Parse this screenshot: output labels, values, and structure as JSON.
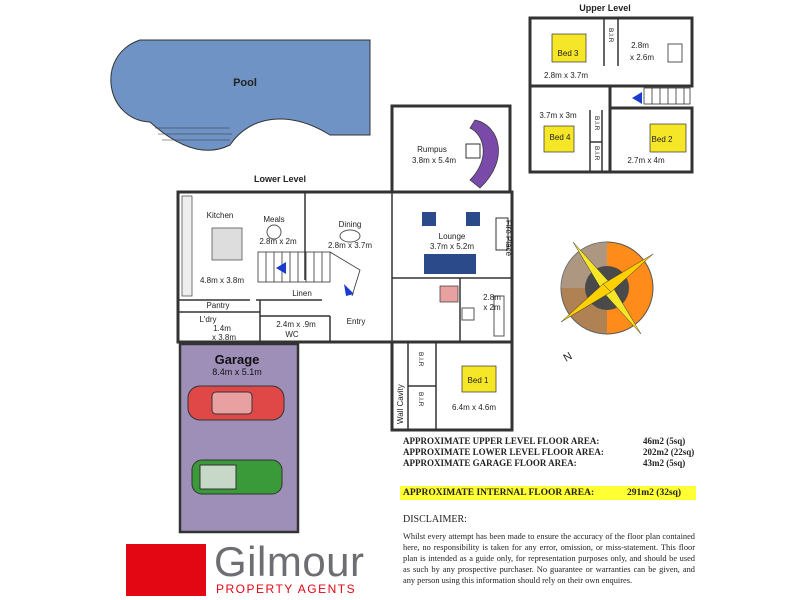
{
  "plan": {
    "pool": "Pool",
    "lower_level": "Lower Level",
    "upper_level": "Upper Level",
    "rooms": {
      "rumpus": {
        "name": "Rumpus",
        "size": "3.8m x 5.4m"
      },
      "kitchen": {
        "name": "Kitchen",
        "size": "4.8m x 3.8m"
      },
      "meals": {
        "name": "Meals",
        "size": "2.8m x 2m"
      },
      "dining": {
        "name": "Dining",
        "size": "2.8m x 3.7m"
      },
      "lounge": {
        "name": "Lounge",
        "size": "3.7m x 5.2m"
      },
      "fire_place": "Fire Place",
      "pantry": "Pantry",
      "linen": "Linen",
      "laundry": {
        "name": "L'dry",
        "size_a": "1.4m",
        "size_b": "x 3.8m"
      },
      "wc": {
        "name": "WC",
        "size": "2.4m x .9m"
      },
      "entry": "Entry",
      "bath_lower": {
        "size_a": "2.8m",
        "size_b": "x 2m"
      },
      "garage": {
        "name": "Garage",
        "size": "8.4m x 5.1m"
      },
      "wall_cavity": "Wall Cavity",
      "bir": "B.I.R",
      "bed1": {
        "name": "Bed 1",
        "size": "6.4m x 4.6m"
      },
      "bed2": {
        "name": "Bed 2",
        "size": "2.7m x 4m"
      },
      "bed3": {
        "name": "Bed 3",
        "size": "2.8m x 3.7m"
      },
      "bed4": {
        "name": "Bed 4",
        "size": "3.7m x 3m"
      },
      "bath_upper": {
        "size_a": "2.8m",
        "size_b": "x 2.6m"
      }
    },
    "compass_label": "N",
    "colors": {
      "pool": "#6f93c5",
      "garage": "#9e8fb8",
      "bed": "#f5e627",
      "car_red": "#e04848",
      "car_green": "#3a9a3a",
      "sofa_purple": "#7a4aa8",
      "sofa_blue": "#2a4a8a"
    }
  },
  "areas": [
    {
      "label": "APPROXIMATE UPPER LEVEL FLOOR AREA:",
      "value": "46m2 (5sq)"
    },
    {
      "label": "APPROXIMATE LOWER LEVEL FLOOR AREA:",
      "value": "202m2 (22sq)"
    },
    {
      "label": "APPROXIMATE GARAGE FLOOR AREA:",
      "value": "43m2 (5sq)"
    }
  ],
  "internal_area": {
    "label": "APPROXIMATE INTERNAL FLOOR AREA:",
    "value": "291m2 (32sq)"
  },
  "disclaimer": {
    "heading": "DISCLAIMER:",
    "text": "Whilst every attempt has been made to ensure the accuracy of the floor plan contained here, no responsibility is taken for any error, omission, or miss-statement. This floor plan is intended as a guide only, for representation purposes only, and should be used as such by any prospective purchaser. No guarantee or warranties can be given, and any person using this information should rely on their own enquires."
  },
  "logo": {
    "name": "Gilmour",
    "sub": "PROPERTY AGENTS",
    "color": "#e30613"
  }
}
